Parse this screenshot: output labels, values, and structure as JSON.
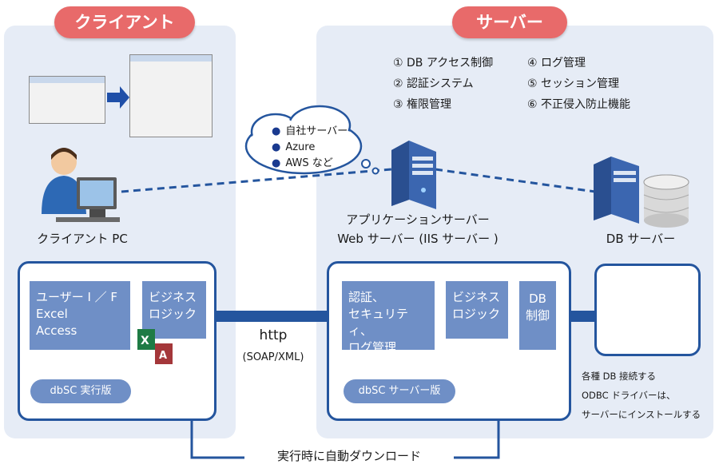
{
  "client": {
    "title": "クライアント",
    "pc_label": "クライアント PC",
    "ui_block": [
      "ユーザー I ／ F",
      "Excel",
      "Access"
    ],
    "logic_block": [
      "ビジネス",
      "ロジック"
    ],
    "edition": "dbSC 実行版"
  },
  "server": {
    "title": "サーバー",
    "features": [
      "① DB アクセス制御",
      "② 認証システム",
      "③ 権限管理",
      "④ ログ管理",
      "⑤ セッション管理",
      "⑥ 不正侵入防止機能"
    ],
    "cloud": [
      "自社サーバー",
      "Azure",
      "AWS など"
    ],
    "app_server_label": [
      "アプリケーションサーバー",
      "Web サーバー (IIS サーバー )"
    ],
    "db_server_label": "DB サーバー",
    "auth_block": [
      "認証、",
      "セキュリティ、",
      "ログ管理"
    ],
    "logic_block": [
      "ビジネス",
      "ロジック"
    ],
    "db_control_block": [
      "DB",
      "制御"
    ],
    "edition": "dbSC サーバー版"
  },
  "connection": {
    "protocol": "http",
    "format": "(SOAP/XML)"
  },
  "db_note": [
    "各種 DB 接続する",
    "ODBC ドライバーは、",
    "サーバーにインストールする"
  ],
  "download_label": "実行時に自動ダウンロード",
  "colors": {
    "panel_bg": "#e6ecf6",
    "pill_red": "#e86a6a",
    "navy": "#24559e",
    "block_blue": "#6f8fc6"
  }
}
